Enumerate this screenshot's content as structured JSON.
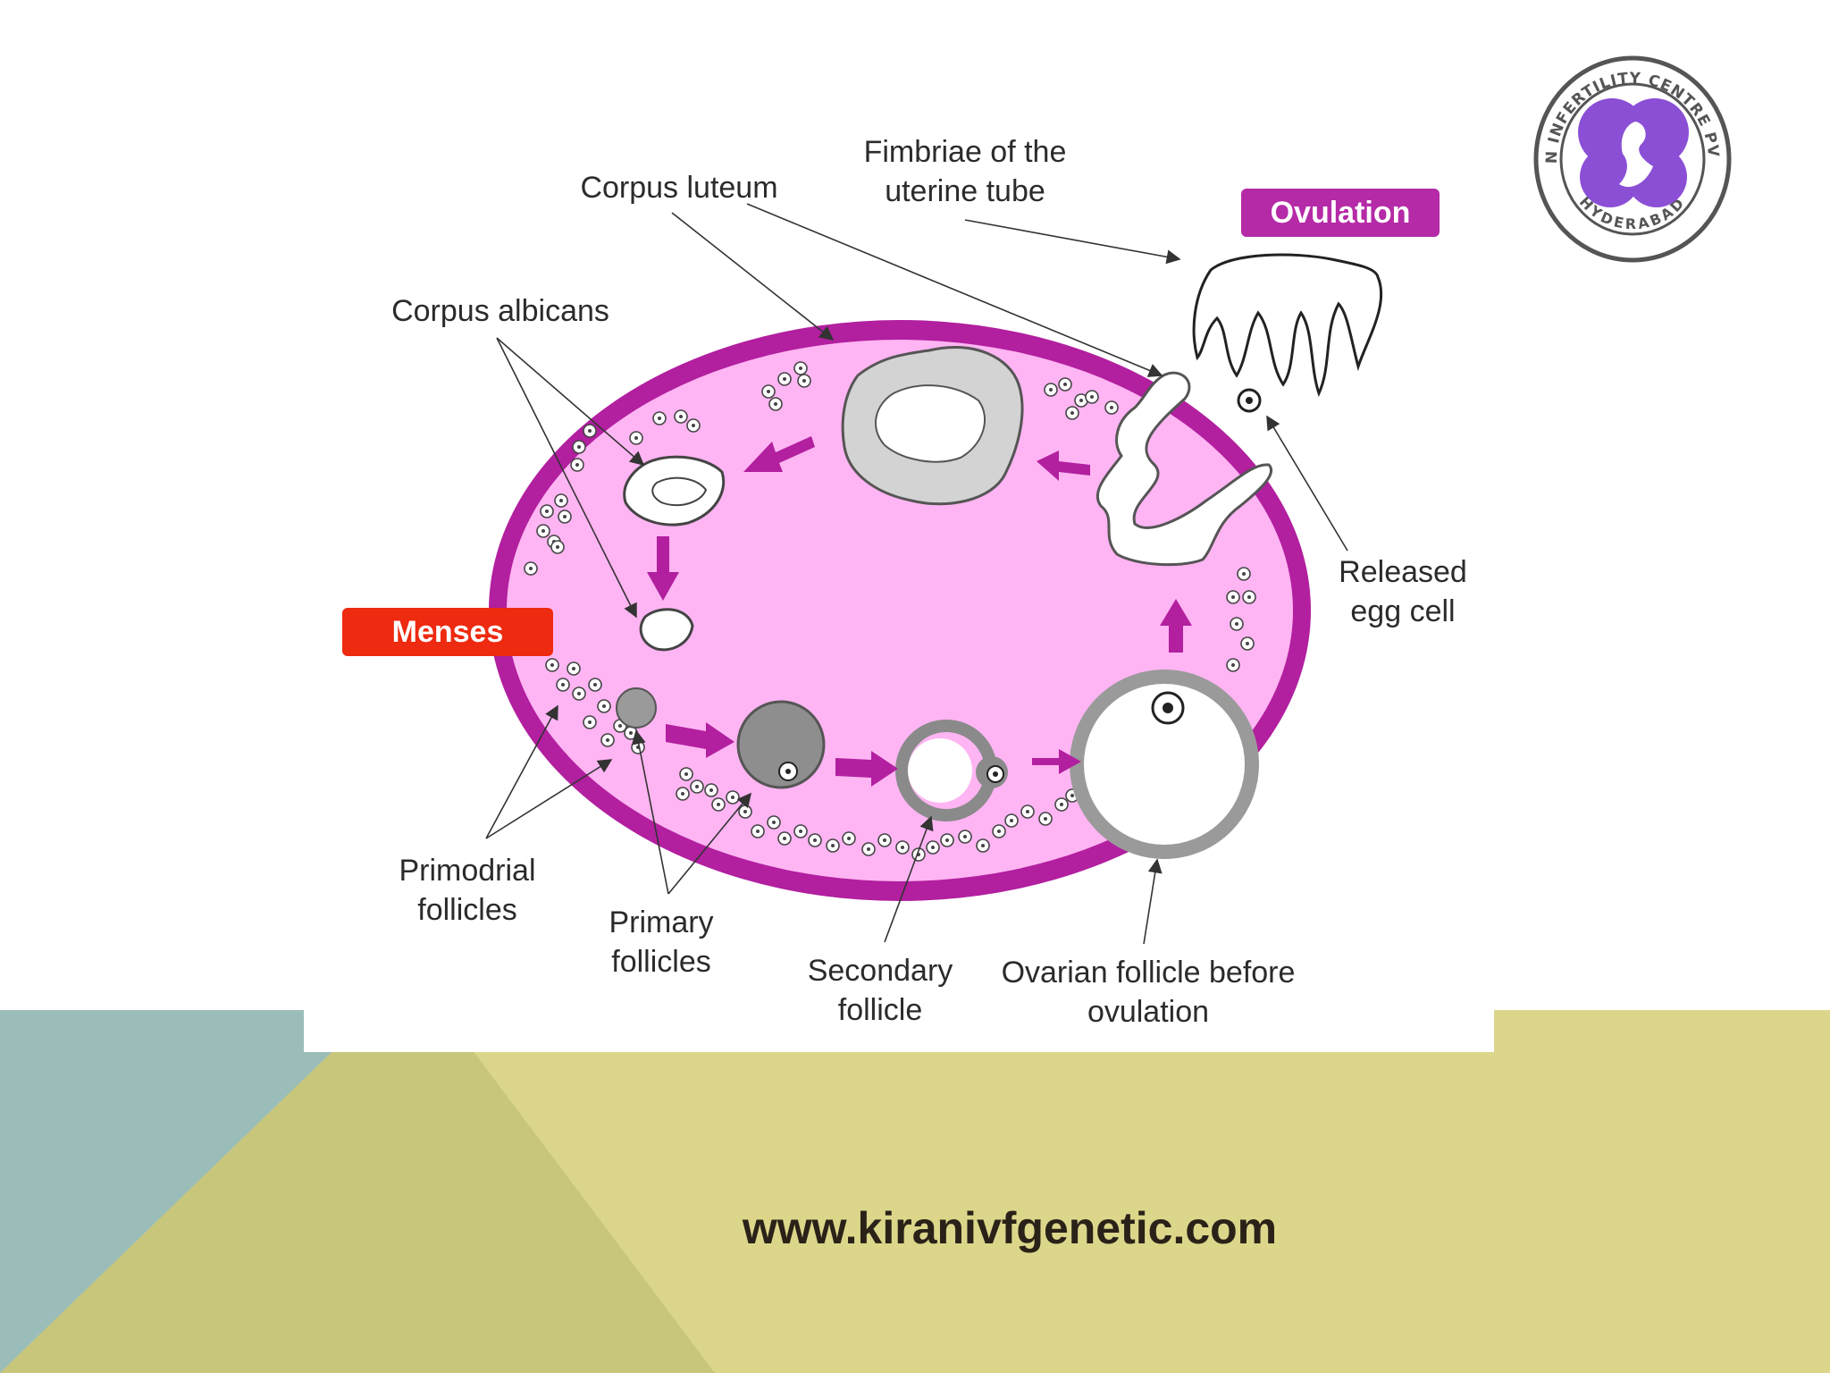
{
  "colors": {
    "ovary_rim": "#b21f9f",
    "ovary_fill": "#ffb5f3",
    "arrow": "#b21f9f",
    "ovulation_tag": "#b52aa7",
    "menses_tag": "#ee2a10",
    "bg_teal": "#9bbdb9",
    "bg_olive": "#c8c67b",
    "bg_yellow": "#dbd68a",
    "logo_purple": "#8b4fd6"
  },
  "labels": {
    "corpus_luteum": "Corpus luteum",
    "fimbriae": "Fimbriae of the\nuterine tube",
    "ovulation": "Ovulation",
    "corpus_albicans": "Corpus albicans",
    "menses": "Menses",
    "released_egg": "Released\negg cell",
    "primodrial": "Primodrial\nfollicles",
    "primary": "Primary\nfollicles",
    "secondary": "Secondary\nfollicle",
    "ovarian_follicle": "Ovarian follicle before\novulation"
  },
  "logo": {
    "icon": "fertility-centre-seal-icon",
    "ring_text_top": "KIRAN INFERTILITY CENTRE PVT LTD",
    "ring_text_bottom": "HYDERABAD"
  },
  "website": "www.kiranivfgenetic.com"
}
